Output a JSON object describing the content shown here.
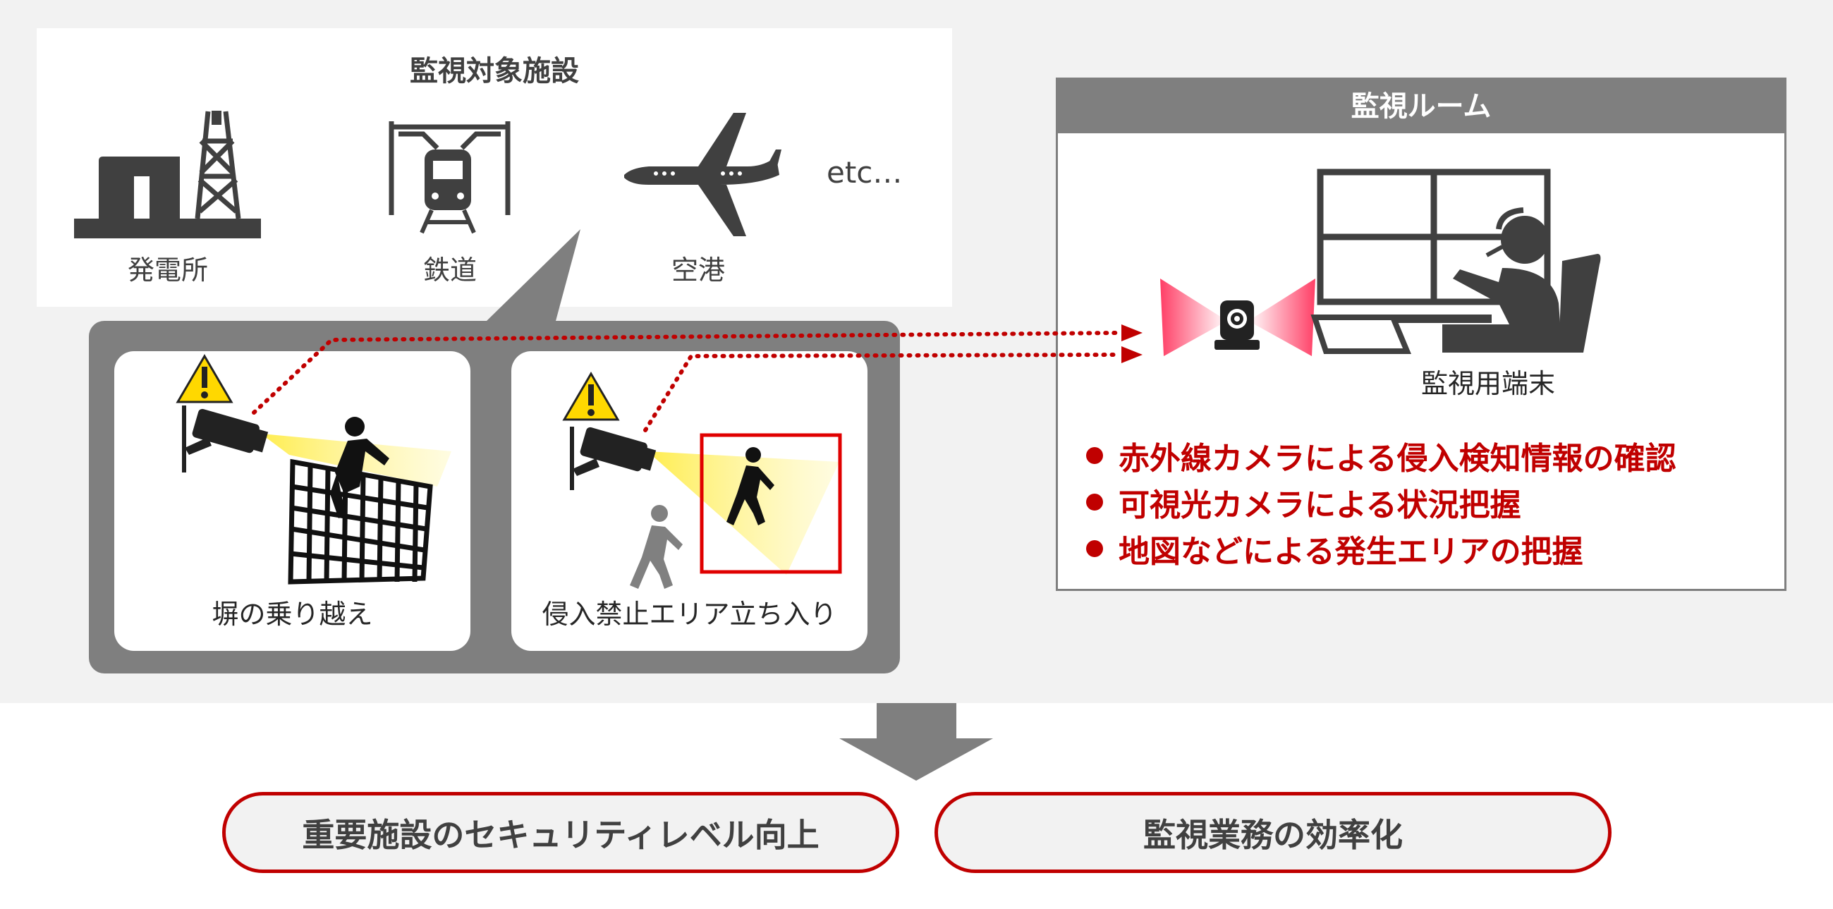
{
  "facilities": {
    "title": "監視対象施設",
    "items": [
      {
        "label": "発電所",
        "icon": "power-plant-icon"
      },
      {
        "label": "鉄道",
        "icon": "train-icon"
      },
      {
        "label": "空港",
        "icon": "airplane-icon"
      }
    ],
    "etc": "etc…"
  },
  "scenarios": [
    {
      "label": "塀の乗り越え",
      "icon": "fence-climbing-person-icon"
    },
    {
      "label": "侵入禁止エリア立ち入り",
      "icon": "restricted-area-walking-person-icon"
    }
  ],
  "monitoring_room": {
    "title": "監視ルーム",
    "terminal_label": "監視用端末",
    "bullets": [
      "赤外線カメラによる侵入検知情報の確認",
      "可視光カメラによる状況把握",
      "地図などによる発生エリアの把握"
    ]
  },
  "outcomes": [
    "重要施設のセキュリティレベル向上",
    "監視業務の効率化"
  ],
  "colors": {
    "accent_red": "#c00000",
    "dark_gray": "#404040",
    "panel_gray": "#7f7f7f",
    "light_bg": "#f2f2f2",
    "warning_yellow": "#ffd800"
  }
}
